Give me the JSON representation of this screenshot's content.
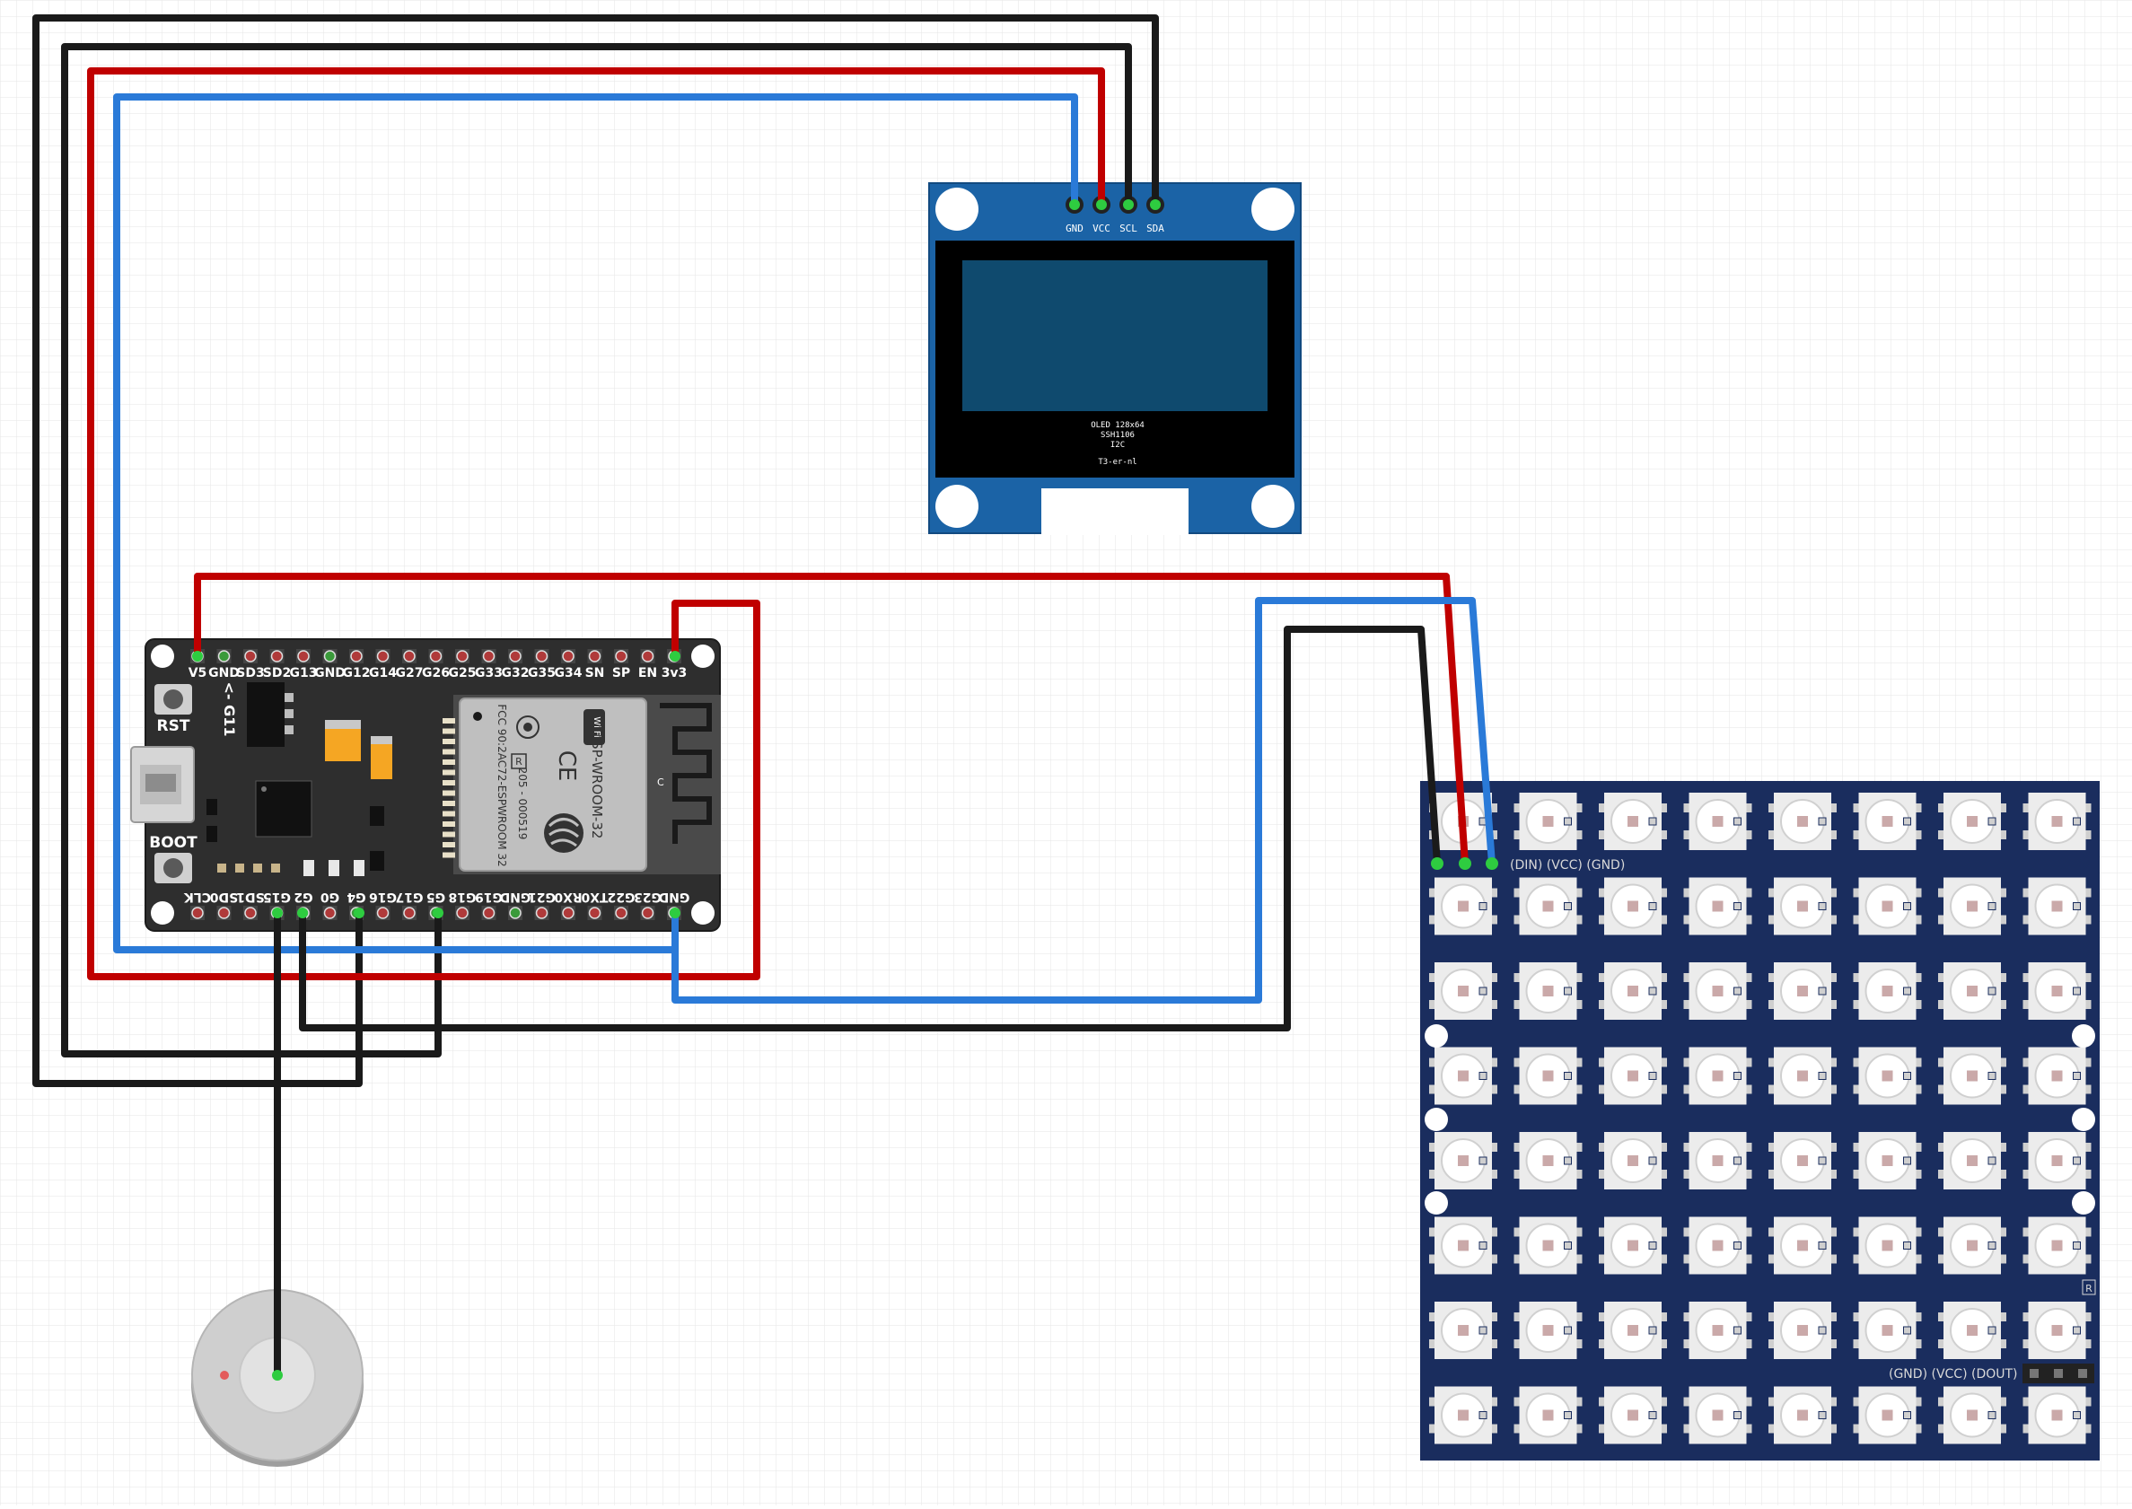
{
  "esp32": {
    "top_pins": [
      "V5",
      "GND",
      "SD3",
      "SD2",
      "G13",
      "GND",
      "G12",
      "G14",
      "G27",
      "G26",
      "G25",
      "G33",
      "G32",
      "G35",
      "G34",
      "SN",
      "SP",
      "EN",
      "3v3"
    ],
    "bottom_pins": [
      "CLK",
      "SD0",
      "SD1",
      "G15",
      "G2",
      "G0",
      "G4",
      "G16",
      "G17",
      "G5",
      "G18",
      "G19",
      "GND",
      "G21",
      "RX0",
      "TX0",
      "G22",
      "G23",
      "GND"
    ],
    "side_label": "<- G11",
    "rst_label": "RST",
    "boot_label": "BOOT",
    "module_name": "ESP-WROOM-32",
    "fcc_line": "FCC 90:2AC72-ESPWROOM 32",
    "cert_line": "205 - 000519",
    "wifi_label": "Wi Fi",
    "r_mark": "R",
    "ce_mark": "CE",
    "antenna_c": "C"
  },
  "oled": {
    "pins": [
      "GND",
      "VCC",
      "SCL",
      "SDA"
    ],
    "caption_lines": [
      "OLED 128x64",
      "SSH1106",
      "I2C"
    ],
    "maker": "T3-er-nl"
  },
  "matrix": {
    "in_label": "(DIN) (VCC) (GND)",
    "out_label": "(GND) (VCC) (DOUT)",
    "r_mark": "R",
    "rows": 8,
    "cols": 8
  },
  "colors": {
    "wire_red": "#c00000",
    "wire_black": "#1a1a1a",
    "wire_blue": "#2a7ad8",
    "esp_board": "#2e2e2e",
    "oled_pcb": "#1b63a6",
    "oled_glass": "#0f4a6e",
    "matrix_pcb": "#1a2d5e"
  }
}
